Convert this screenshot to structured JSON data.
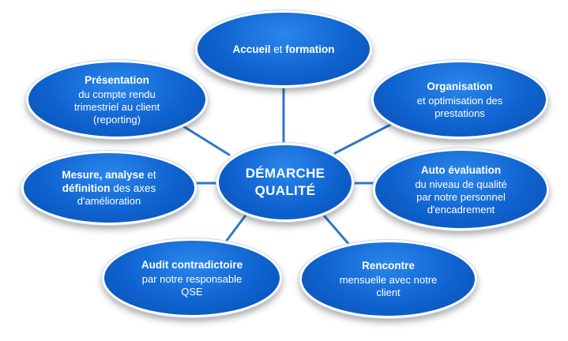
{
  "center": {
    "line1": "DÉMARCHE",
    "line2": "QUALITÉ"
  },
  "nodes": {
    "accueil": {
      "bold1": "Accueil",
      "mid": " et ",
      "bold2": "formation"
    },
    "presentation": {
      "title": "Présentation",
      "desc1": "du compte rendu",
      "desc2": "trimestriel au client",
      "desc3": "(reporting)"
    },
    "organisation": {
      "title": "Organisation",
      "desc1": "et optimisation des",
      "desc2": "prestations"
    },
    "mesure": {
      "bold1": "Mesure, analyse",
      "mid": " et",
      "bold2": "définition",
      "rest": " des axes",
      "desc": "d'amélioration"
    },
    "auto": {
      "title": "Auto évaluation",
      "desc1": "du niveau de qualité",
      "desc2": "par notre personnel",
      "desc3": "d'encadrement"
    },
    "audit": {
      "title": "Audit contradictoire",
      "desc1": "par notre responsable",
      "desc2": "QSE"
    },
    "rencontre": {
      "title": "Rencontre",
      "desc1": "mensuelle avec notre",
      "desc2": "client"
    }
  },
  "colors": {
    "node_fill": "#0f63d0",
    "node_border": "#ffffff",
    "connector": "#2f78c4",
    "text": "#ffffff"
  }
}
